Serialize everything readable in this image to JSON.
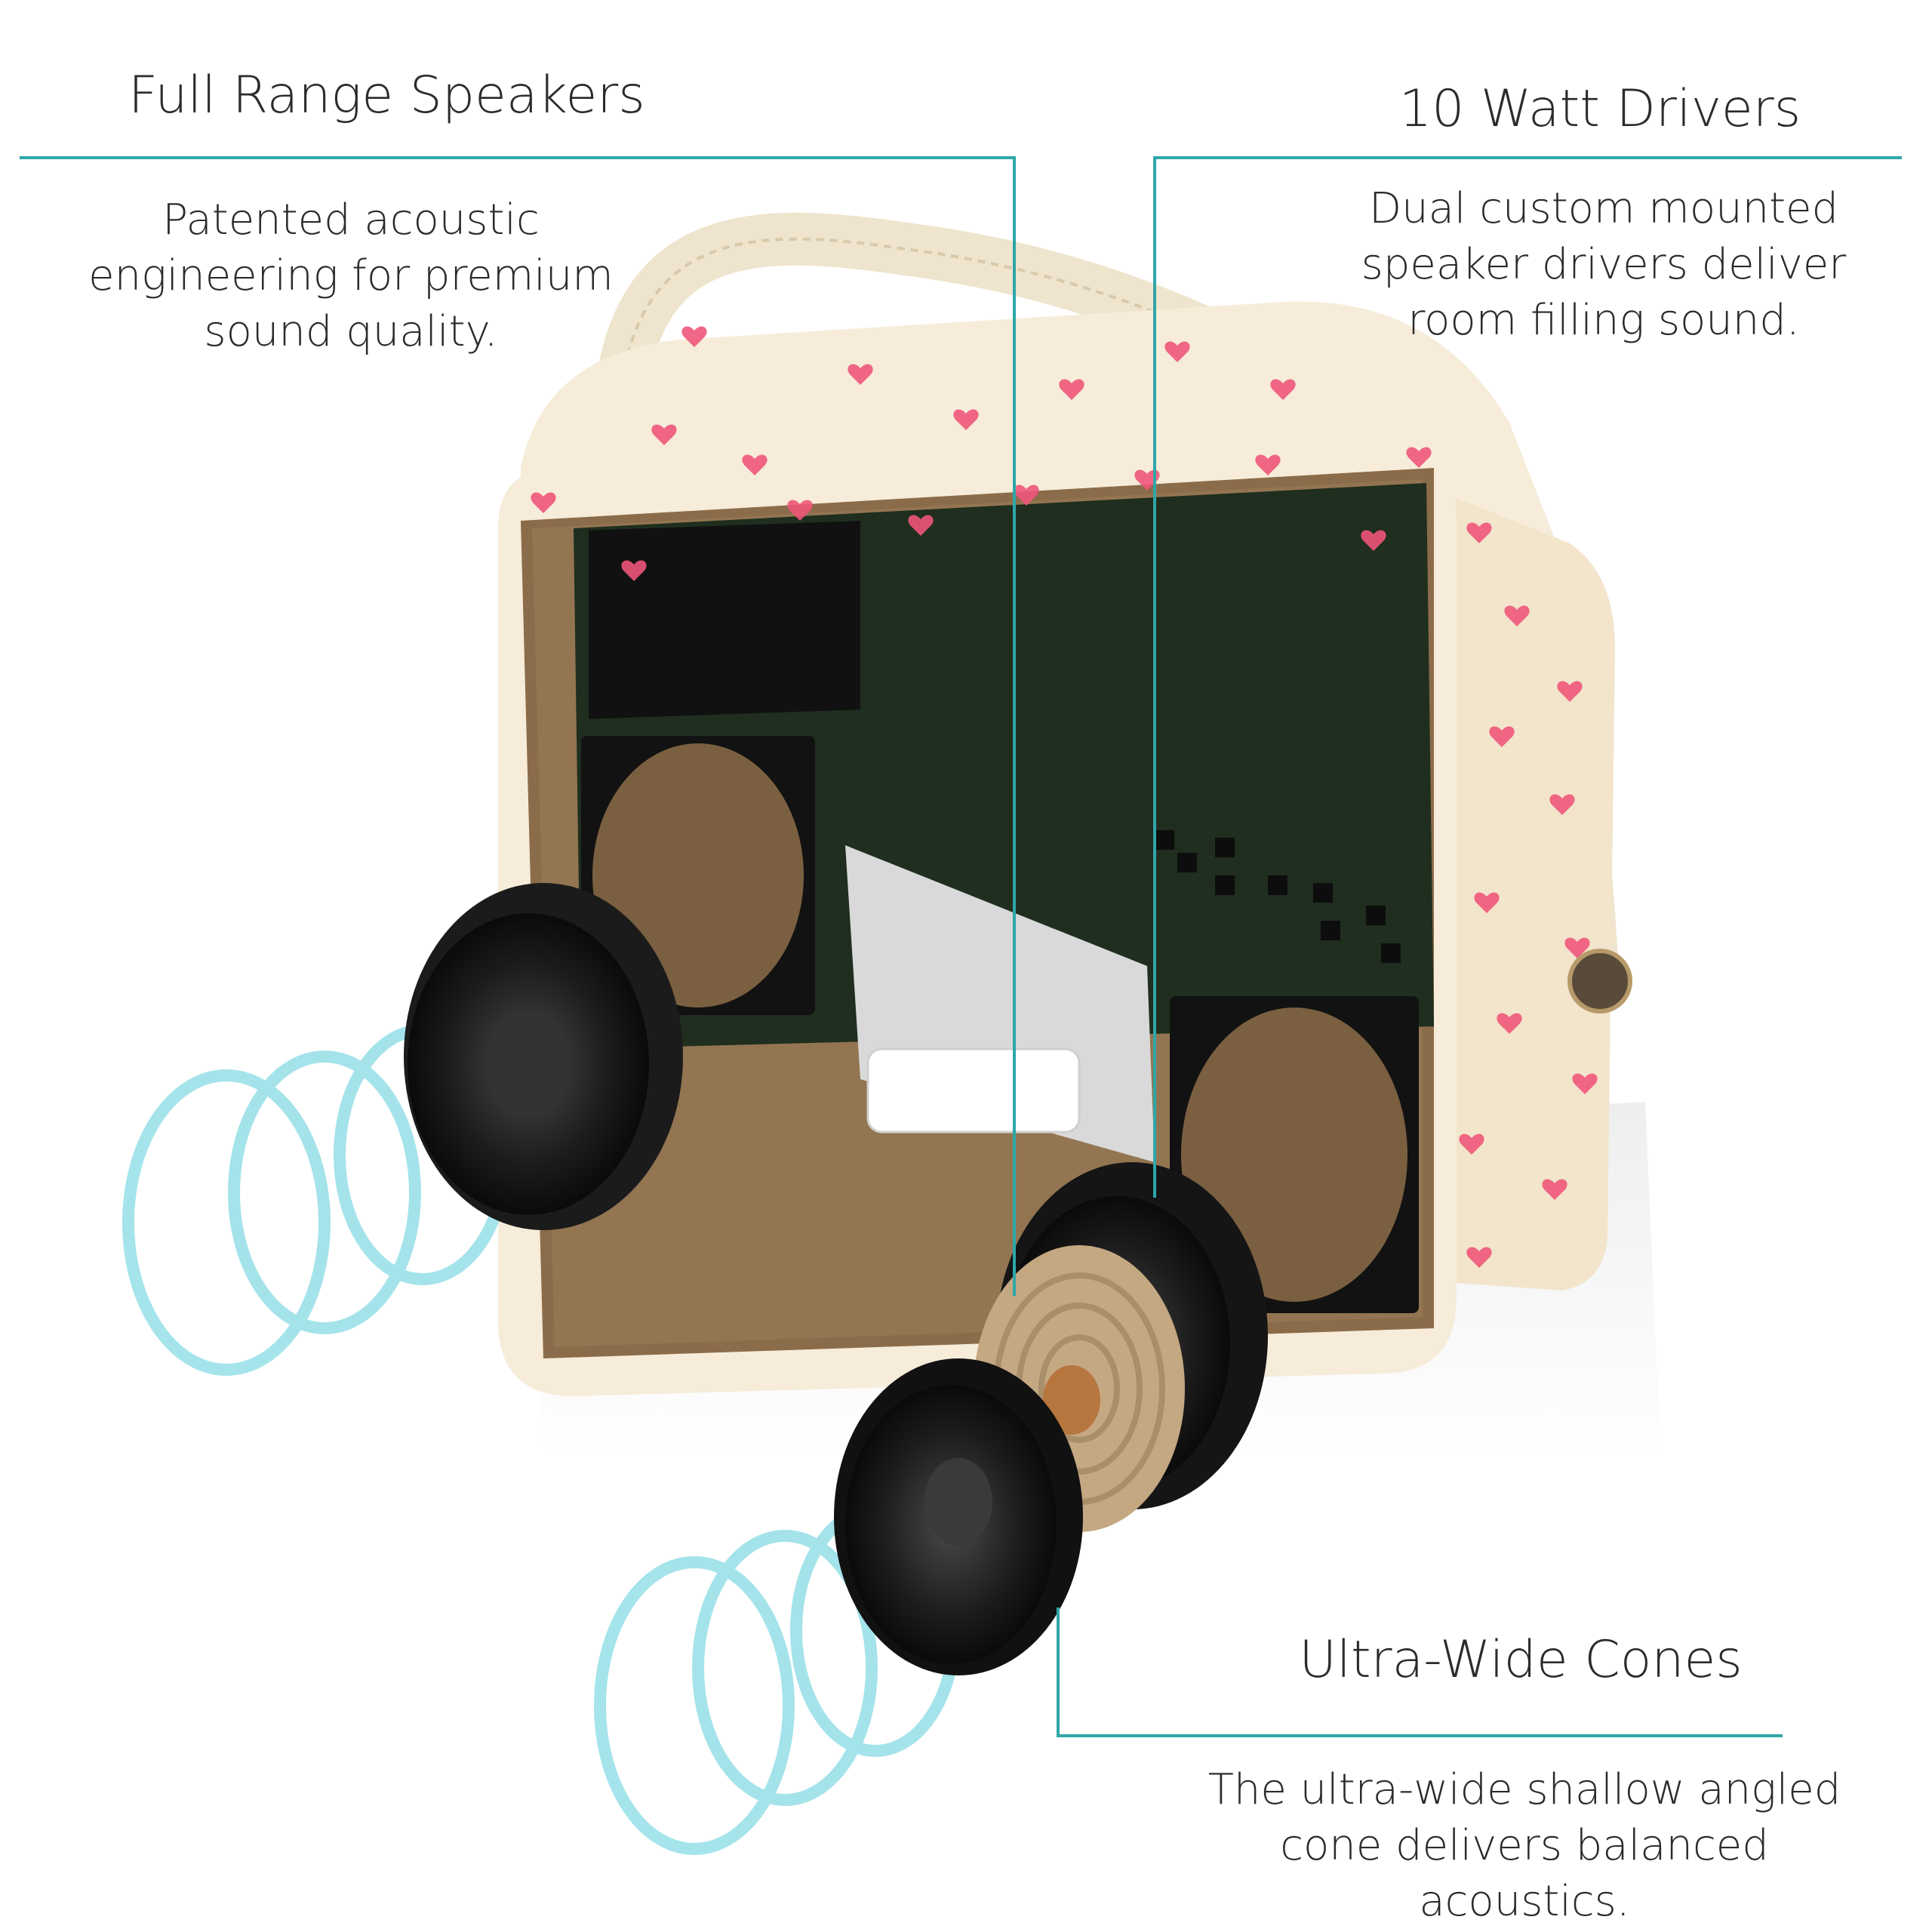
{
  "callouts": {
    "full_range": {
      "title": "Full Range Speakers",
      "description": "Patented acoustic engineering for premium sound quality."
    },
    "drivers": {
      "title": "10 Watt Drivers",
      "description": "Dual custom mounted speaker drivers deliver room filling sound."
    },
    "cones": {
      "title": "Ultra-Wide Cones",
      "description": "The ultra-wide shallow angled cone delivers balanced acoustics."
    }
  },
  "colors": {
    "callout_line": "#2fa6a8",
    "body_cream": "#f6ecd9",
    "heart_pink": "#f0567a",
    "interior_board": "#8b6c4a",
    "circuit_green": "#1f2e1e",
    "sound_wave": "#7fd8e2"
  }
}
